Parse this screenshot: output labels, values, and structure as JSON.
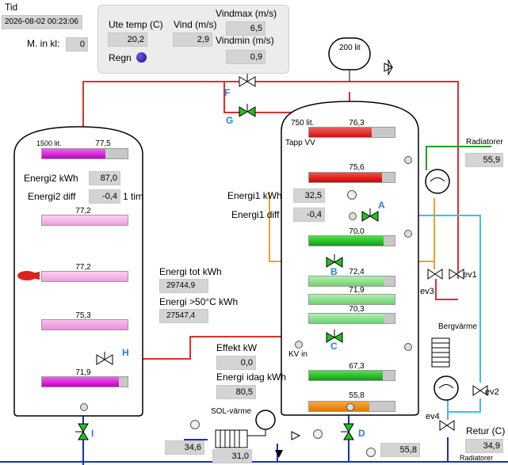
{
  "header": {
    "time_label": "Tid",
    "time_value": "2026-08-02 00:23:06",
    "m_label": "M. in kl:",
    "m_value": "0"
  },
  "weather": {
    "ute_label": "Ute temp (C)",
    "ute_value": "20,2",
    "vind_label": "Vind (m/s)",
    "vind_value": "2,9",
    "vindmax_label": "Vindmax (m/s)",
    "vindmax_value": "6,5",
    "vindmin_label": "Vindmin (m/s)",
    "vindmin_value": "0,9",
    "regn_label": "Regn"
  },
  "small_tank": {
    "label": "200 lit"
  },
  "left_tank": {
    "label": "1500 lit.",
    "levels": [
      "77,5",
      "77,2",
      "77,2",
      "75,3",
      "71,9"
    ],
    "energi2_label": "Energi2 kWh",
    "energi2_value": "87,0",
    "energi2diff_label": "Energi2 diff",
    "energi2diff_value": "-0,4",
    "tim_label": "1 tim"
  },
  "totals": {
    "energi_tot_label": "Energi  tot kWh",
    "energi_tot_value": "29744,9",
    "energi_50_label": "Energi  >50°C kWh",
    "energi_50_value": "27547,4",
    "effekt_label": "Effekt kW",
    "effekt_value": "0,0",
    "idag_label": "Energi idag kWh",
    "idag_value": "80,5"
  },
  "right_tank": {
    "label": "750 lit.",
    "tapp_label": "Tapp VV",
    "kv_label": "KV in",
    "levels": [
      "76,3",
      "75,6",
      "70,0",
      "72,4",
      "71,9",
      "70,3",
      "67,3",
      "55,8"
    ],
    "energi1_label": "Energi1 kWh",
    "energi1_value": "32,5",
    "energi1diff_label": "Energi1 diff",
    "energi1diff_value": "-0,4"
  },
  "valve_labels": {
    "A": "A",
    "B": "B",
    "C": "C",
    "D": "D",
    "F": "F",
    "G": "G",
    "H": "H",
    "I": "I",
    "ev1": "ev1",
    "ev2": "ev2",
    "ev3": "ev3",
    "ev4": "ev4"
  },
  "radiatorer": {
    "label": "Radiatorer",
    "value": "55,9"
  },
  "bergvarme": {
    "label": "Bergvärme"
  },
  "retur": {
    "label": "Retur  (C)",
    "value": "34,9",
    "sub_label": "Radiatorer"
  },
  "sol": {
    "label": "SOL-värme",
    "left_value": "34,6",
    "mid_value": "31,0",
    "right_value": "55,8"
  },
  "colors": {
    "pipe_red": "#e03030",
    "pipe_blue": "#1a2fbf",
    "pipe_orange": "#f0a030",
    "pipe_cyan": "#3cc0e8",
    "pipe_green": "#20a020",
    "valve_green": "#22c022"
  }
}
